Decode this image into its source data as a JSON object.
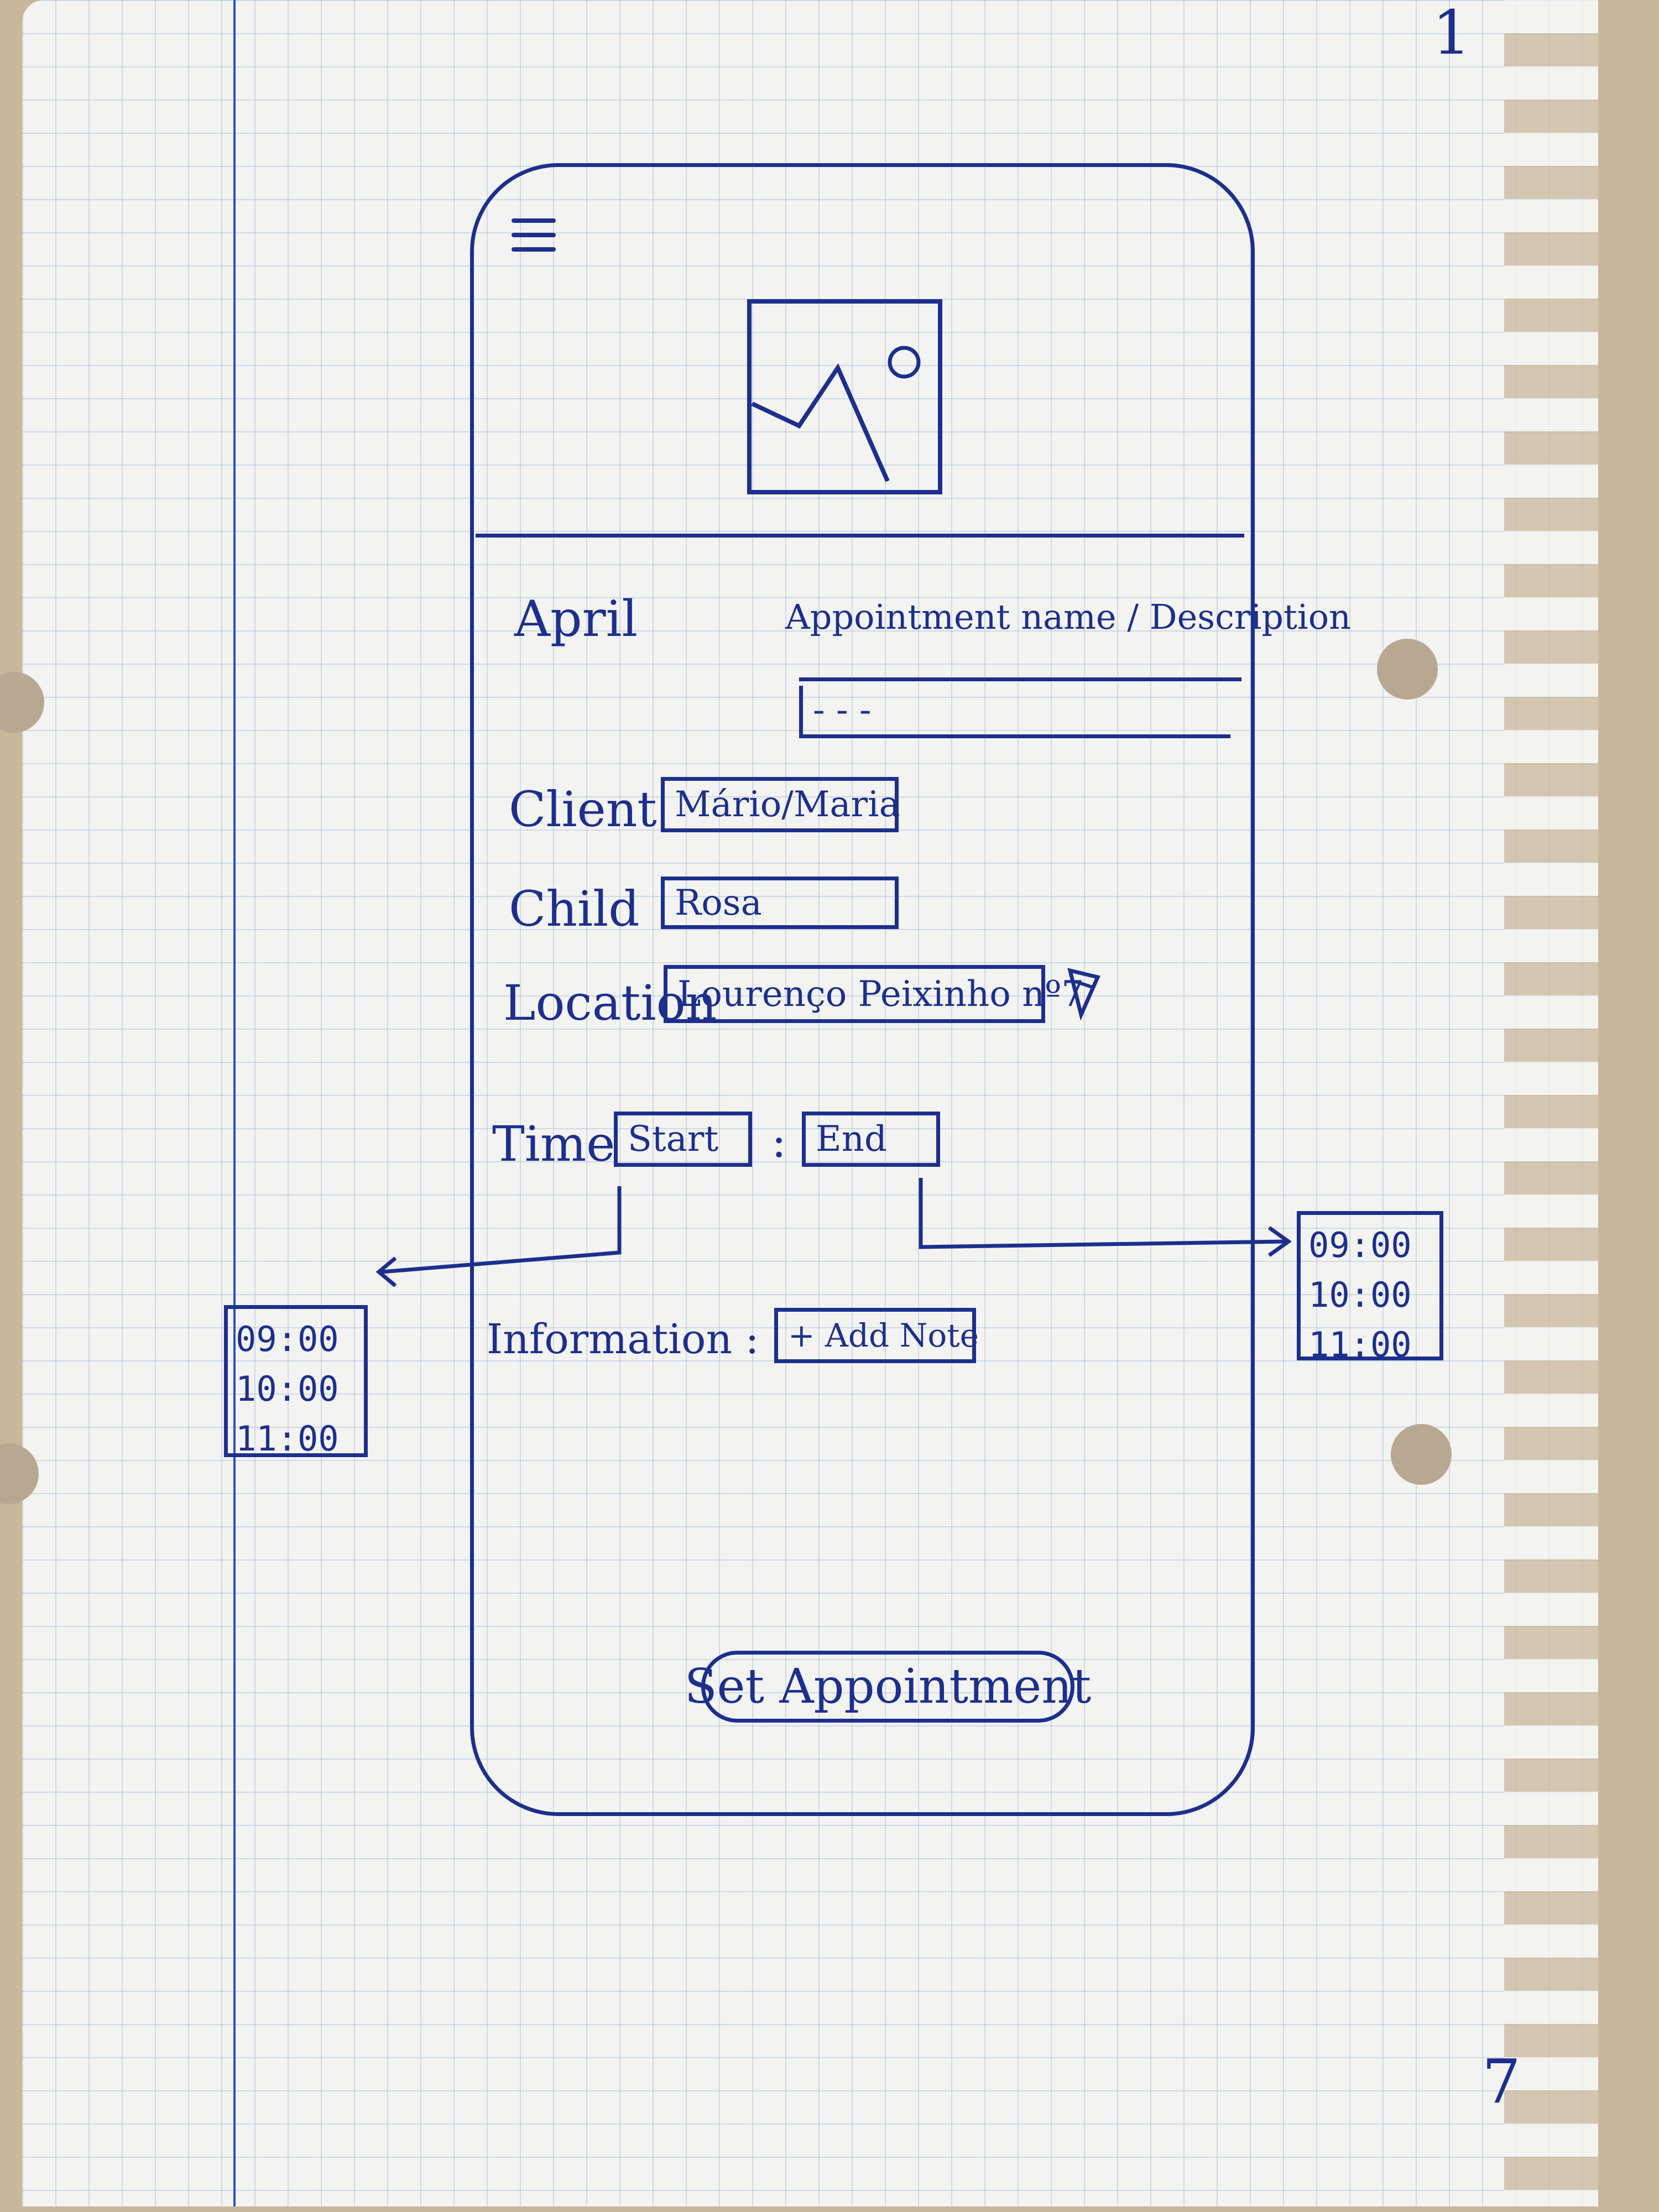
{
  "page_numbers": {
    "top": "1",
    "bottom": "7"
  },
  "screen": {
    "header": {
      "menu_icon": "hamburger-menu-icon",
      "image_placeholder_icon": "image-placeholder-icon"
    },
    "month_label": "April",
    "appointment": {
      "label": "Appointment name / Description",
      "value": "- - -"
    },
    "client": {
      "label": "Client",
      "value": "Mário/Maria"
    },
    "child": {
      "label": "Child",
      "value": "Rosa"
    },
    "location": {
      "label": "Location",
      "value": "Lourenço Peixinho nº7",
      "action_icon": "edit-pencil-icon"
    },
    "time": {
      "label": "Time",
      "start": "Start",
      "separator": ":",
      "end": "End"
    },
    "information": {
      "label": "Information :",
      "button": "+ Add Note"
    },
    "primary_action": "Set Appointment"
  },
  "start_time_options": [
    "09:00",
    "10:00",
    "11:00"
  ],
  "end_time_options": [
    "09:00",
    "10:00",
    "11:00"
  ],
  "colors": {
    "ink": "#1d2f8c",
    "paper": "#f3f3f1",
    "grid": "#a7bde0"
  }
}
